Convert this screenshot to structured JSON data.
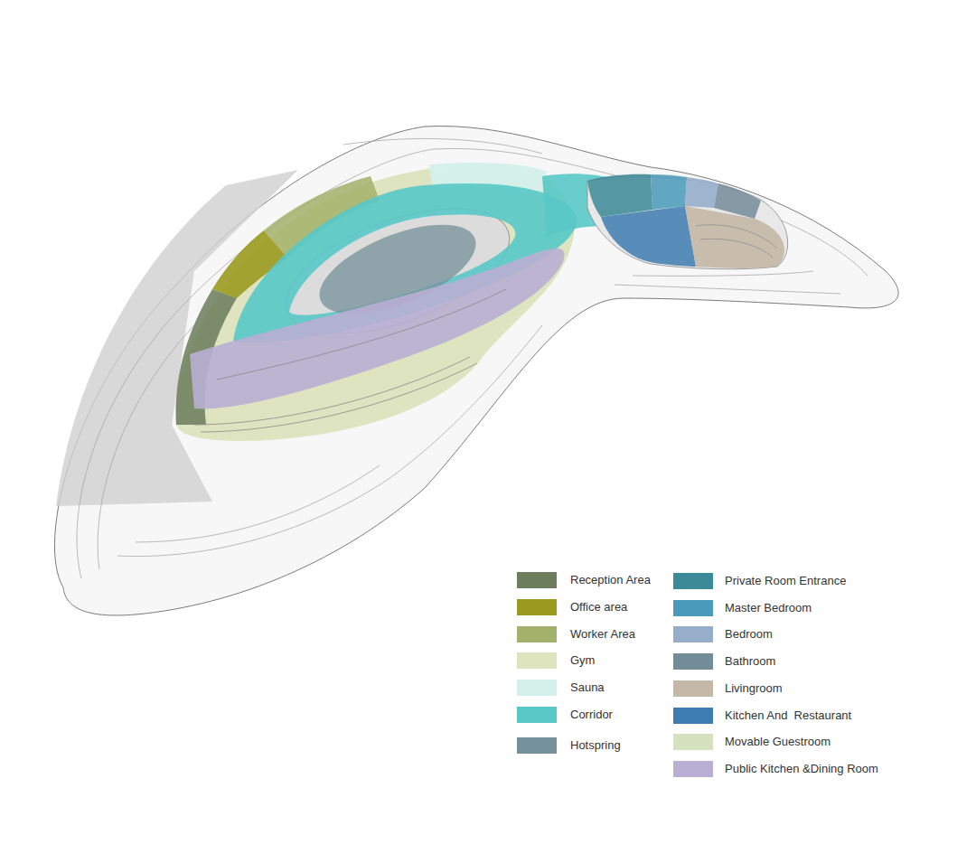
{
  "diagram": {
    "legend": [
      {
        "text": "Reception Area",
        "color": "#6b7d5a"
      },
      {
        "text": "Office area",
        "color": "#9a9a1f"
      },
      {
        "text": "Worker Area",
        "color": "#a3b26a"
      },
      {
        "text": "Gym",
        "color": "#dce3bd"
      },
      {
        "text": "Sauna",
        "color": "#d3f0ea"
      },
      {
        "text": "Corridor",
        "color": "#58c8c6"
      },
      {
        "text": "Hotspring",
        "color": "#74909a"
      },
      {
        "text": "Private Room Entrance",
        "color": "#3b8a98"
      },
      {
        "text": "Master Bedroom",
        "color": "#4a9bbb"
      },
      {
        "text": "Bedroom",
        "color": "#97aecb"
      },
      {
        "text": "Bathroom",
        "color": "#738c99"
      },
      {
        "text": "Livingroom",
        "color": "#c4b8a6"
      },
      {
        "text": "Kitchen And  Restaurant",
        "color": "#3e7db2"
      },
      {
        "text": "Movable Guestroom",
        "color": "#d6e1bf"
      },
      {
        "text": "Public Kitchen &Dining Room",
        "color": "#b9aed3"
      }
    ]
  }
}
